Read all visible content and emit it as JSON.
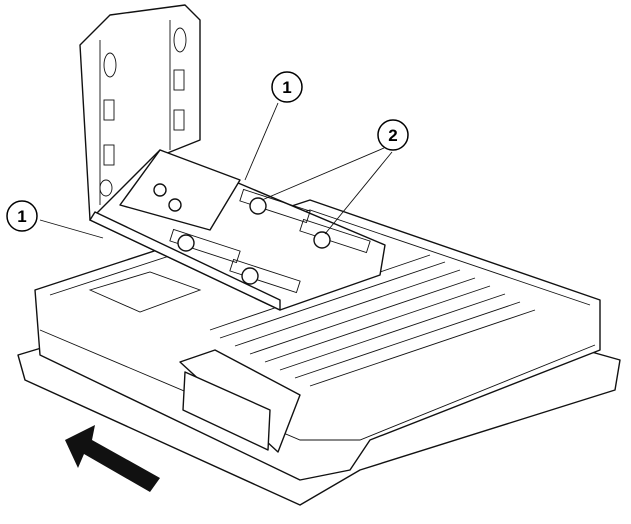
{
  "diagram": {
    "callouts": [
      {
        "label": "1",
        "target": "bracket-bottom-edge"
      },
      {
        "label": "2",
        "target": "mounting-bolts"
      },
      {
        "label": "1",
        "target": "device-corner"
      }
    ],
    "arrow_direction": "up-left"
  }
}
